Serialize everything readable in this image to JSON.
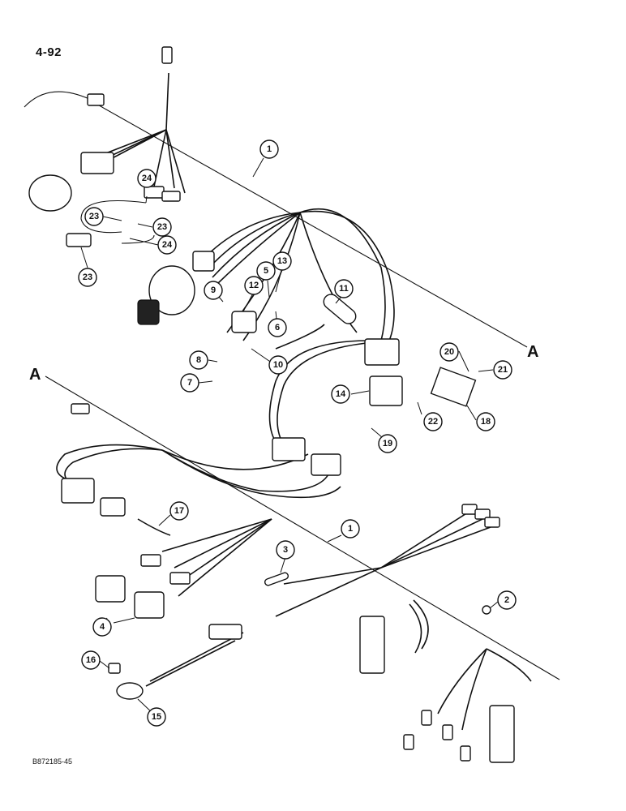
{
  "header": {
    "page_number": "4-92"
  },
  "footer": {
    "doc_code": "B872185-45"
  },
  "markers": {
    "a_right": "A",
    "a_left": "A"
  },
  "callouts": [
    "1",
    "24",
    "23",
    "23",
    "23",
    "24",
    "5",
    "13",
    "12",
    "9",
    "11",
    "6",
    "10",
    "8",
    "7",
    "20",
    "21",
    "14",
    "22",
    "18",
    "19",
    "1",
    "17",
    "3",
    "2",
    "4",
    "16",
    "15"
  ]
}
